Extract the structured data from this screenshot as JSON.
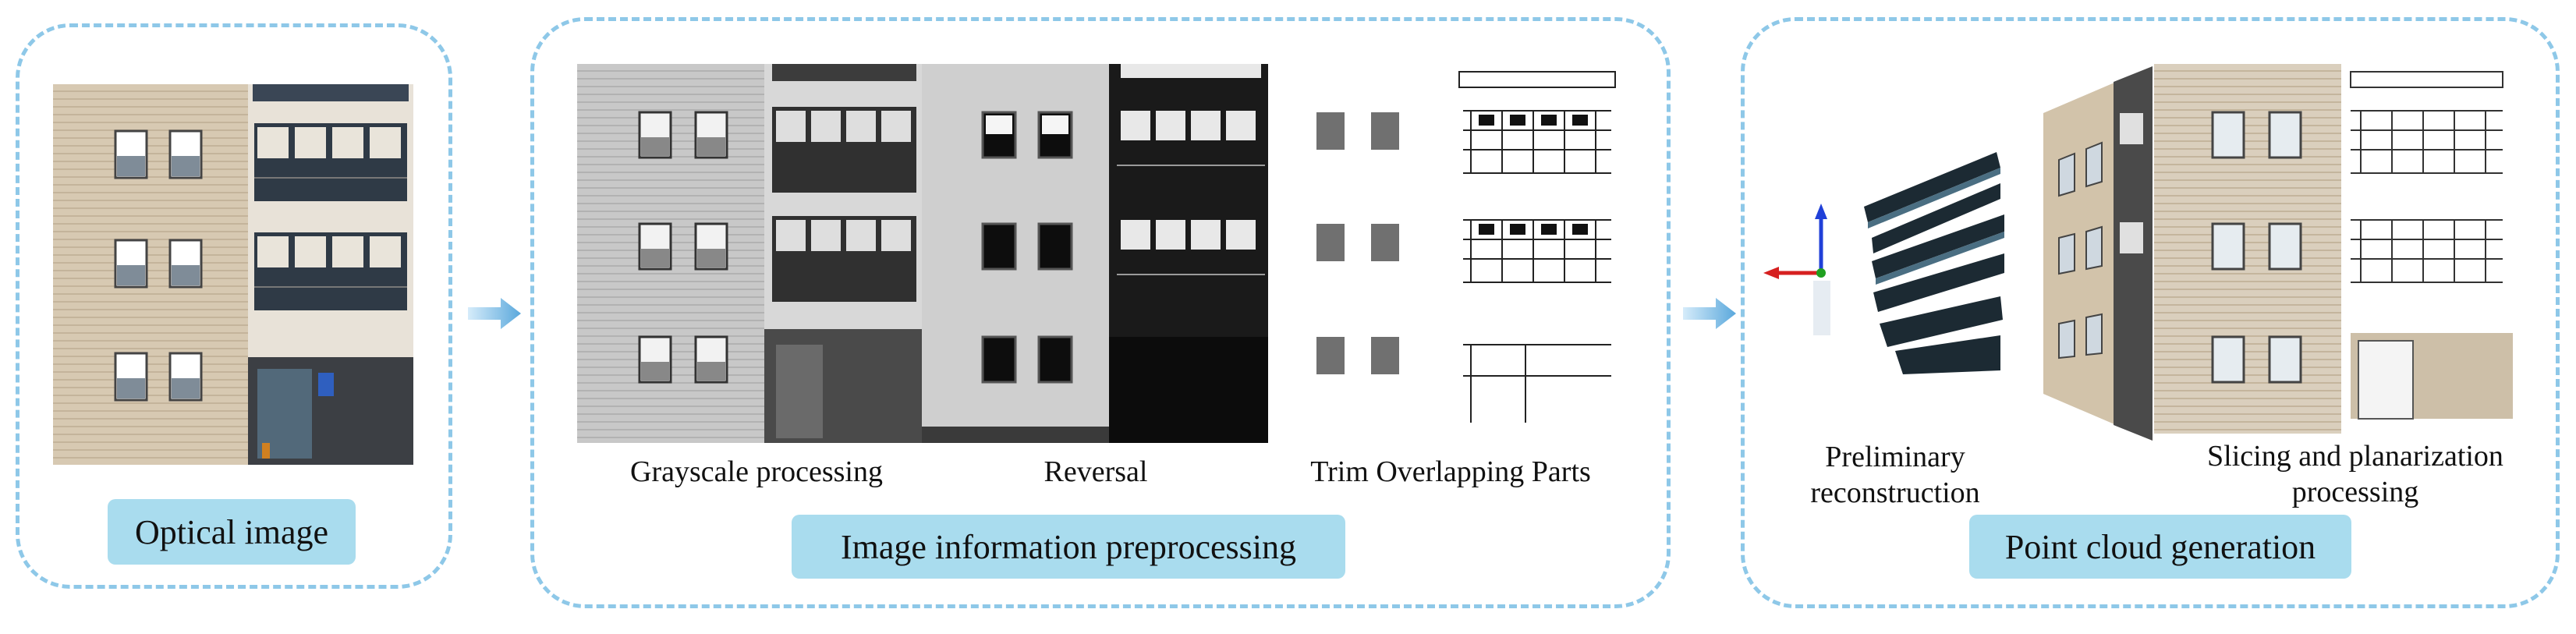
{
  "stages": {
    "optical": {
      "label": "Optical image"
    },
    "preprocessing": {
      "label": "Image information preprocessing",
      "captions": {
        "grayscale": "Grayscale processing",
        "reversal": "Reversal",
        "trim": "Trim Overlapping Parts"
      }
    },
    "pointcloud": {
      "label": "Point cloud generation",
      "captions": {
        "preliminary": "Preliminary\nreconstruction",
        "slicing": "Slicing and planarization\nprocessing"
      }
    }
  },
  "colors": {
    "panel_border": "#8ec8e8",
    "pill_fill": "#a9dcee",
    "flow_arrow": "#5aa8dc",
    "axis_x": "#d62020",
    "axis_y": "#2040d8",
    "axis_z": "#20a020",
    "facade": "#d9cbb4"
  }
}
